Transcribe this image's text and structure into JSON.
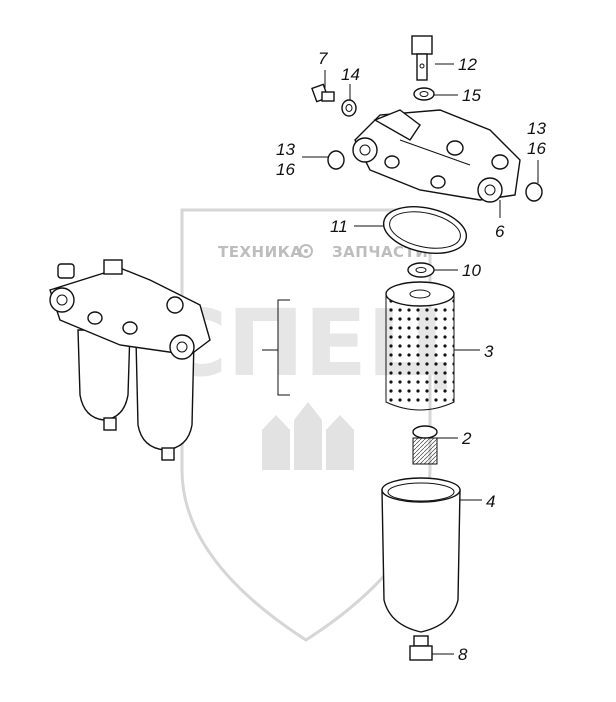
{
  "watermark": {
    "word_left": "ТЕХНИКА",
    "word_right": "ЗАПЧАСТИ",
    "emblem": "gear-icon",
    "monogram": "СПЕЦ"
  },
  "callouts": [
    {
      "id": "c7",
      "text": "7"
    },
    {
      "id": "c14",
      "text": "14"
    },
    {
      "id": "c12",
      "text": "12"
    },
    {
      "id": "c15",
      "text": "15"
    },
    {
      "id": "c13a",
      "text": "13"
    },
    {
      "id": "c16a",
      "text": "16"
    },
    {
      "id": "c13b",
      "text": "13"
    },
    {
      "id": "c16b",
      "text": "16"
    },
    {
      "id": "c6",
      "text": "6"
    },
    {
      "id": "c11",
      "text": "11"
    },
    {
      "id": "c10",
      "text": "10"
    },
    {
      "id": "c3",
      "text": "3"
    },
    {
      "id": "c2",
      "text": "2"
    },
    {
      "id": "c4",
      "text": "4"
    },
    {
      "id": "c8",
      "text": "8"
    }
  ]
}
